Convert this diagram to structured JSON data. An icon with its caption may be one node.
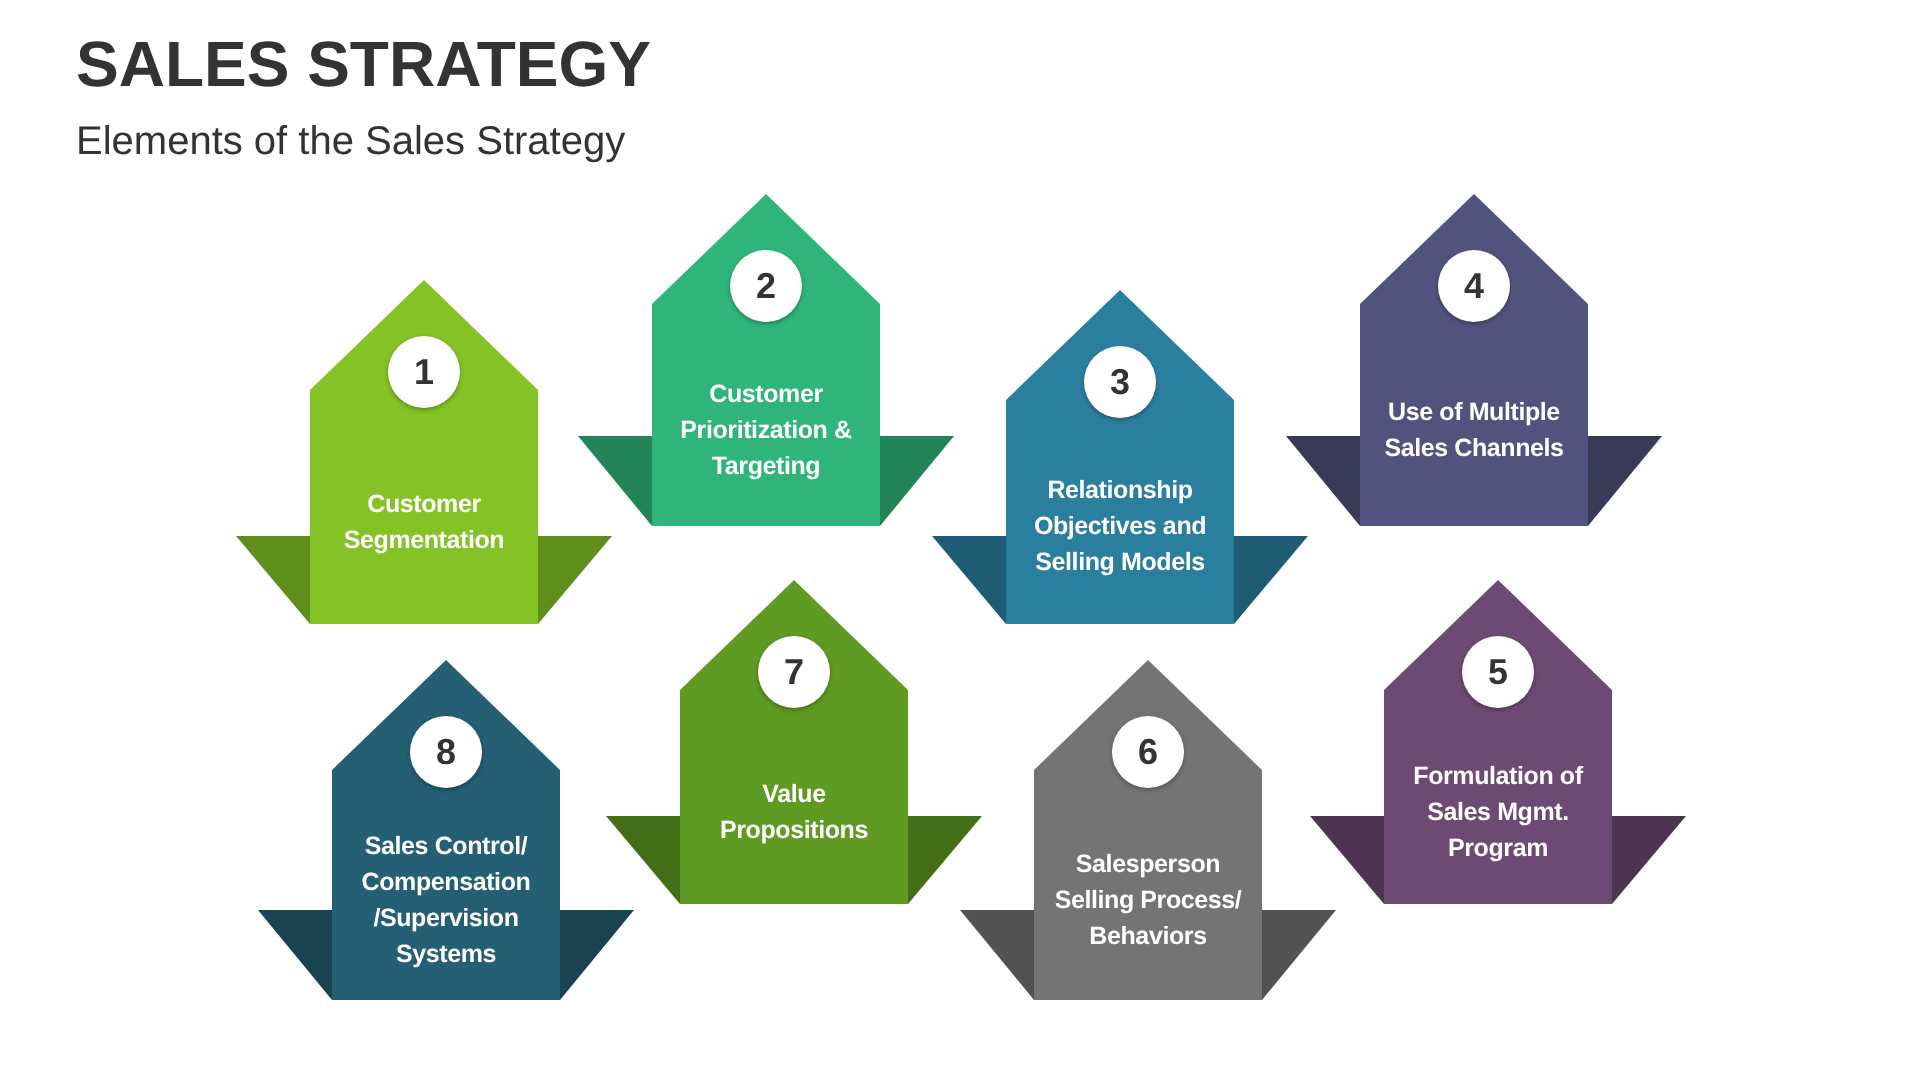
{
  "diagram": {
    "title": "SALES STRATEGY",
    "nodes": [
      {
        "text": [
          "1",
          "Customer Segmentation"
        ]
      },
      {
        "text": [
          "2",
          "Customer Prioritization & Targeting"
        ]
      },
      {
        "text": [
          "3",
          "Relationship Objectives and Selling Models"
        ]
      },
      {
        "text": [
          "4",
          "Use of Multiple Sales Channels"
        ]
      },
      {
        "text": [
          "5",
          "Formulation of Sales Mgmt. Program"
        ]
      },
      {
        "text": [
          "6",
          "Salesperson Selling Process/ Behaviors"
        ]
      },
      {
        "text": [
          "7",
          "Value Propositions"
        ]
      },
      {
        "text": [
          "8",
          "Sales Control/ Compensation /Supervision Systems"
        ]
      }
    ],
    "edges": [],
    "labels": [
      "Elements of the Sales Strategy"
    ]
  }
}
